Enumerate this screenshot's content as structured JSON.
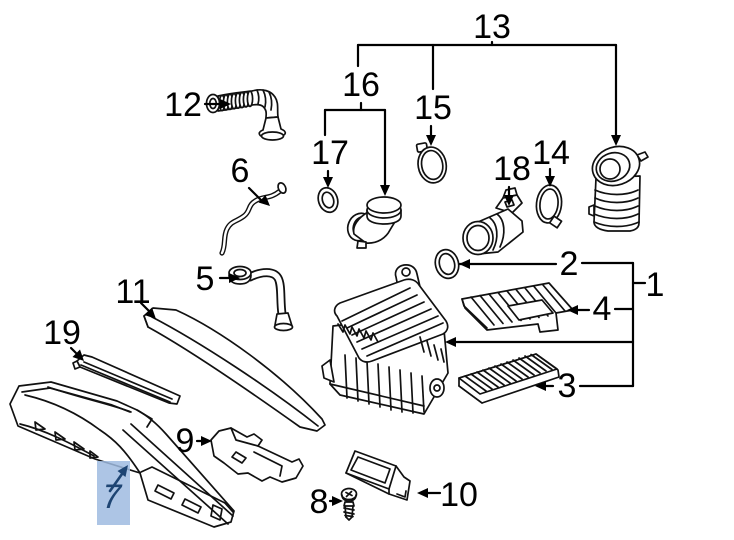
{
  "page": {
    "background_color": "#ffffff",
    "line_color": "#111111"
  },
  "highlight": {
    "label": "7",
    "fill": "#9fbbe0",
    "text_color": "#1e4573",
    "selected": true
  },
  "callouts": {
    "c1": {
      "label": "1",
      "highlighted": false
    },
    "c2": {
      "label": "2",
      "highlighted": false
    },
    "c3": {
      "label": "3",
      "highlighted": false
    },
    "c4": {
      "label": "4",
      "highlighted": false
    },
    "c5": {
      "label": "5",
      "highlighted": false
    },
    "c6": {
      "label": "6",
      "highlighted": false
    },
    "c7": {
      "label": "7",
      "highlighted": true
    },
    "c8": {
      "label": "8",
      "highlighted": false
    },
    "c9": {
      "label": "9",
      "highlighted": false
    },
    "c10": {
      "label": "10",
      "highlighted": false
    },
    "c11": {
      "label": "11",
      "highlighted": false
    },
    "c12": {
      "label": "12",
      "highlighted": false
    },
    "c13": {
      "label": "13",
      "highlighted": false
    },
    "c14": {
      "label": "14",
      "highlighted": false
    },
    "c15": {
      "label": "15",
      "highlighted": false
    },
    "c16": {
      "label": "16",
      "highlighted": false
    },
    "c17": {
      "label": "17",
      "highlighted": false
    },
    "c18": {
      "label": "18",
      "highlighted": false
    },
    "c19": {
      "label": "19",
      "highlighted": false
    }
  }
}
